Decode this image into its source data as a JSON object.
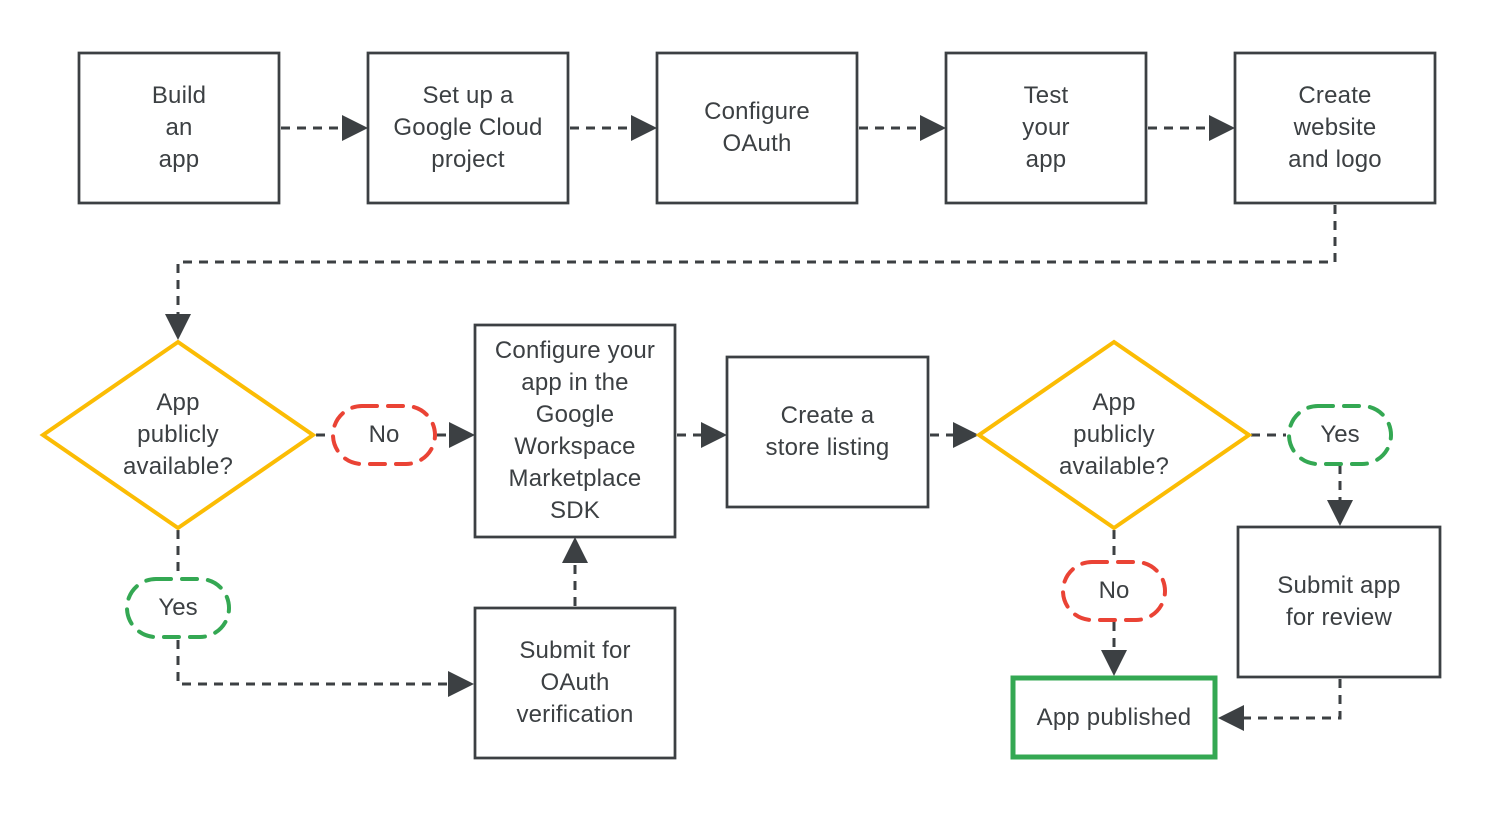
{
  "diagram": {
    "description": "Flowchart of publishing an app to the Google Workspace Marketplace",
    "nodes": {
      "build_app": "Build\nan\napp",
      "setup_project": "Set up a\nGoogle Cloud\nproject",
      "configure_oauth": "Configure\nOAuth",
      "test_app": "Test\nyour\napp",
      "create_website": "Create\nwebsite\nand logo",
      "decision_left": "App\npublicly\navailable?",
      "configure_sdk": "Configure your\napp in the\nGoogle\nWorkspace\nMarketplace\nSDK",
      "store_listing": "Create a\nstore listing",
      "decision_right": "App\npublicly\navailable?",
      "submit_oauth": "Submit for\nOAuth\nverification",
      "submit_review": "Submit app\nfor review",
      "app_published": "App published"
    },
    "edge_labels": {
      "left_no": "No",
      "left_yes": "Yes",
      "right_yes": "Yes",
      "right_no": "No"
    },
    "colors": {
      "decision_border": "#FBBC04",
      "yes_oval_border": "#34A853",
      "no_oval_border": "#EA4335",
      "published_border": "#34A853",
      "box_border": "#3C4043",
      "connector": "#3C4043",
      "text": "#3C4043",
      "background": "#FFFFFF"
    }
  }
}
